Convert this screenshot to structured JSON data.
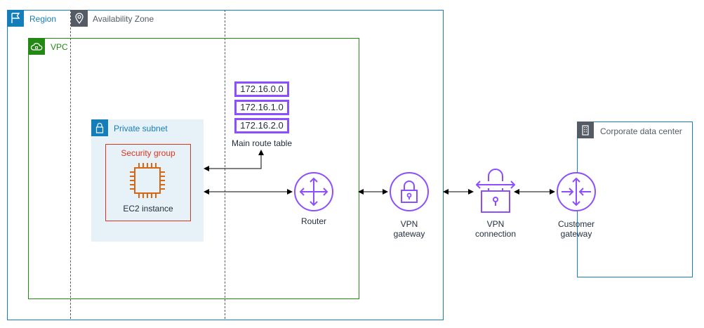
{
  "region": {
    "label": "Region"
  },
  "availability_zone": {
    "label": "Availability Zone"
  },
  "vpc": {
    "label": "VPC"
  },
  "private_subnet": {
    "label": "Private subnet"
  },
  "security_group": {
    "label": "Security group"
  },
  "ec2": {
    "label": "EC2 instance"
  },
  "route_table": {
    "entries": [
      "172.16.0.0",
      "172.16.1.0",
      "172.16.2.0"
    ],
    "label": "Main route table"
  },
  "router": {
    "label": "Router"
  },
  "vpn_gateway": {
    "label_line1": "VPN",
    "label_line2": "gateway"
  },
  "vpn_connection": {
    "label_line1": "VPN",
    "label_line2": "connection"
  },
  "customer_gateway": {
    "label_line1": "Customer",
    "label_line2": "gateway"
  },
  "corporate_dc": {
    "label": "Corporate data center"
  },
  "colors": {
    "region": "#147eba",
    "vpc": "#248814",
    "subnet_fill": "#e6f2f8",
    "subnet_text": "#147eba",
    "security_group": "#dd3522",
    "ec2": "#d86613",
    "network": "#8c4fff",
    "az_line": "#545b64"
  }
}
